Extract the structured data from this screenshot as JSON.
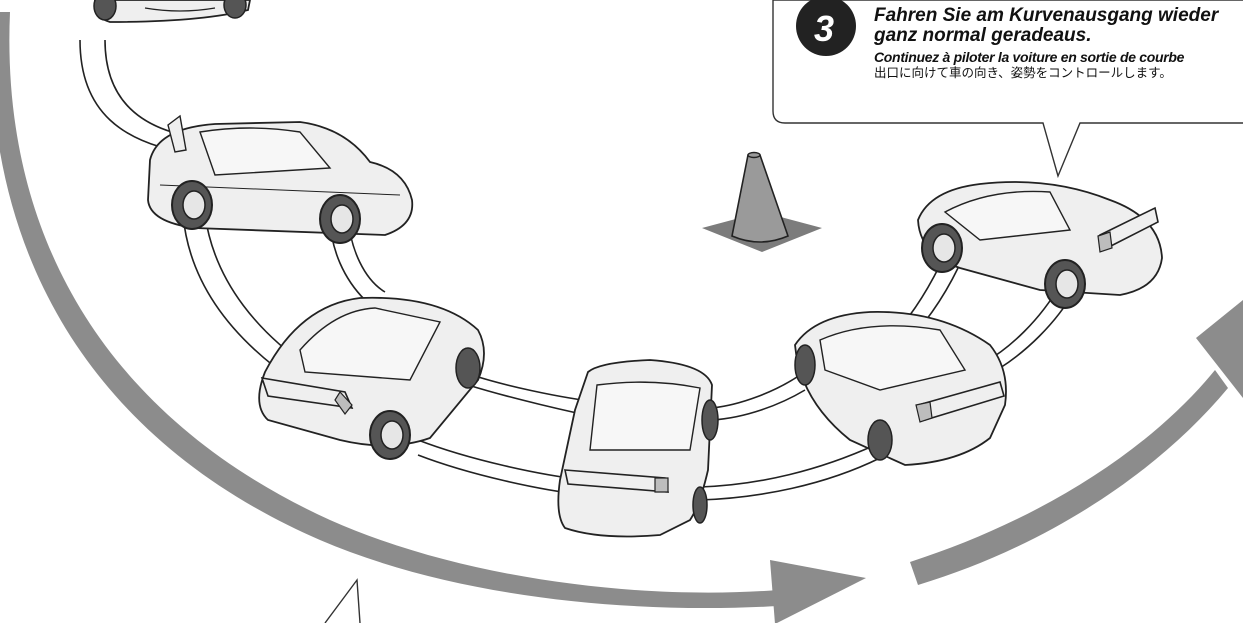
{
  "callout": {
    "step_number": "3",
    "line_de_1": "Fahren Sie am Kurvenausgang wieder",
    "line_de_2": "ganz normal geradeaus.",
    "line_fr": "Continuez à piloter la voiture en sortie de courbe",
    "line_ja": "出口に向けて車の向き、姿勢をコントロールします。"
  },
  "colors": {
    "arrow": "#8c8c8c",
    "car_body": "#efefef",
    "outline": "#222222",
    "cone": "#9a9a9a",
    "cone_base": "#7c7c7c",
    "tire": "#555555"
  },
  "icons": {
    "arrows": "curved-arrow-icon",
    "cone": "traffic-cone-icon",
    "car": "car-icon"
  }
}
